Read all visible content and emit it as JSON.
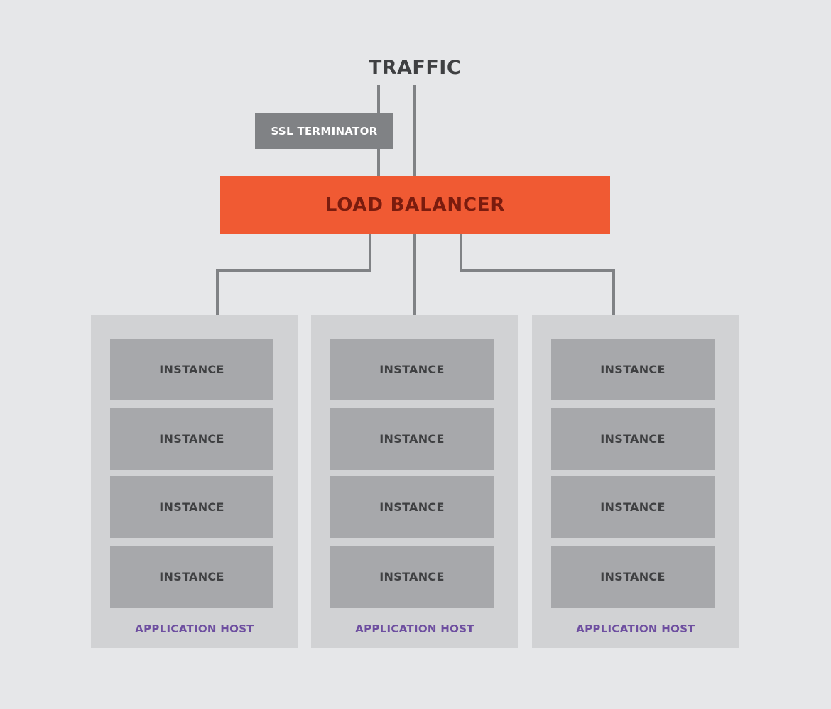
{
  "traffic_label": "TRAFFIC",
  "ssl_terminator": "SSL TERMINATOR",
  "load_balancer": "LOAD BALANCER",
  "hosts": [
    {
      "label": "APPLICATION HOST",
      "instances": [
        "INSTANCE",
        "INSTANCE",
        "INSTANCE",
        "INSTANCE"
      ]
    },
    {
      "label": "APPLICATION HOST",
      "instances": [
        "INSTANCE",
        "INSTANCE",
        "INSTANCE",
        "INSTANCE"
      ]
    },
    {
      "label": "APPLICATION HOST",
      "instances": [
        "INSTANCE",
        "INSTANCE",
        "INSTANCE",
        "INSTANCE"
      ]
    }
  ],
  "colors": {
    "background": "#e6e7e9",
    "connector": "#808285",
    "ssl_box": "#808285",
    "load_balancer": "#f05a33",
    "load_balancer_text": "#7a1c0e",
    "host_box": "#d1d2d4",
    "instance_box": "#a7a8ab",
    "host_label": "#6e4fa0"
  }
}
